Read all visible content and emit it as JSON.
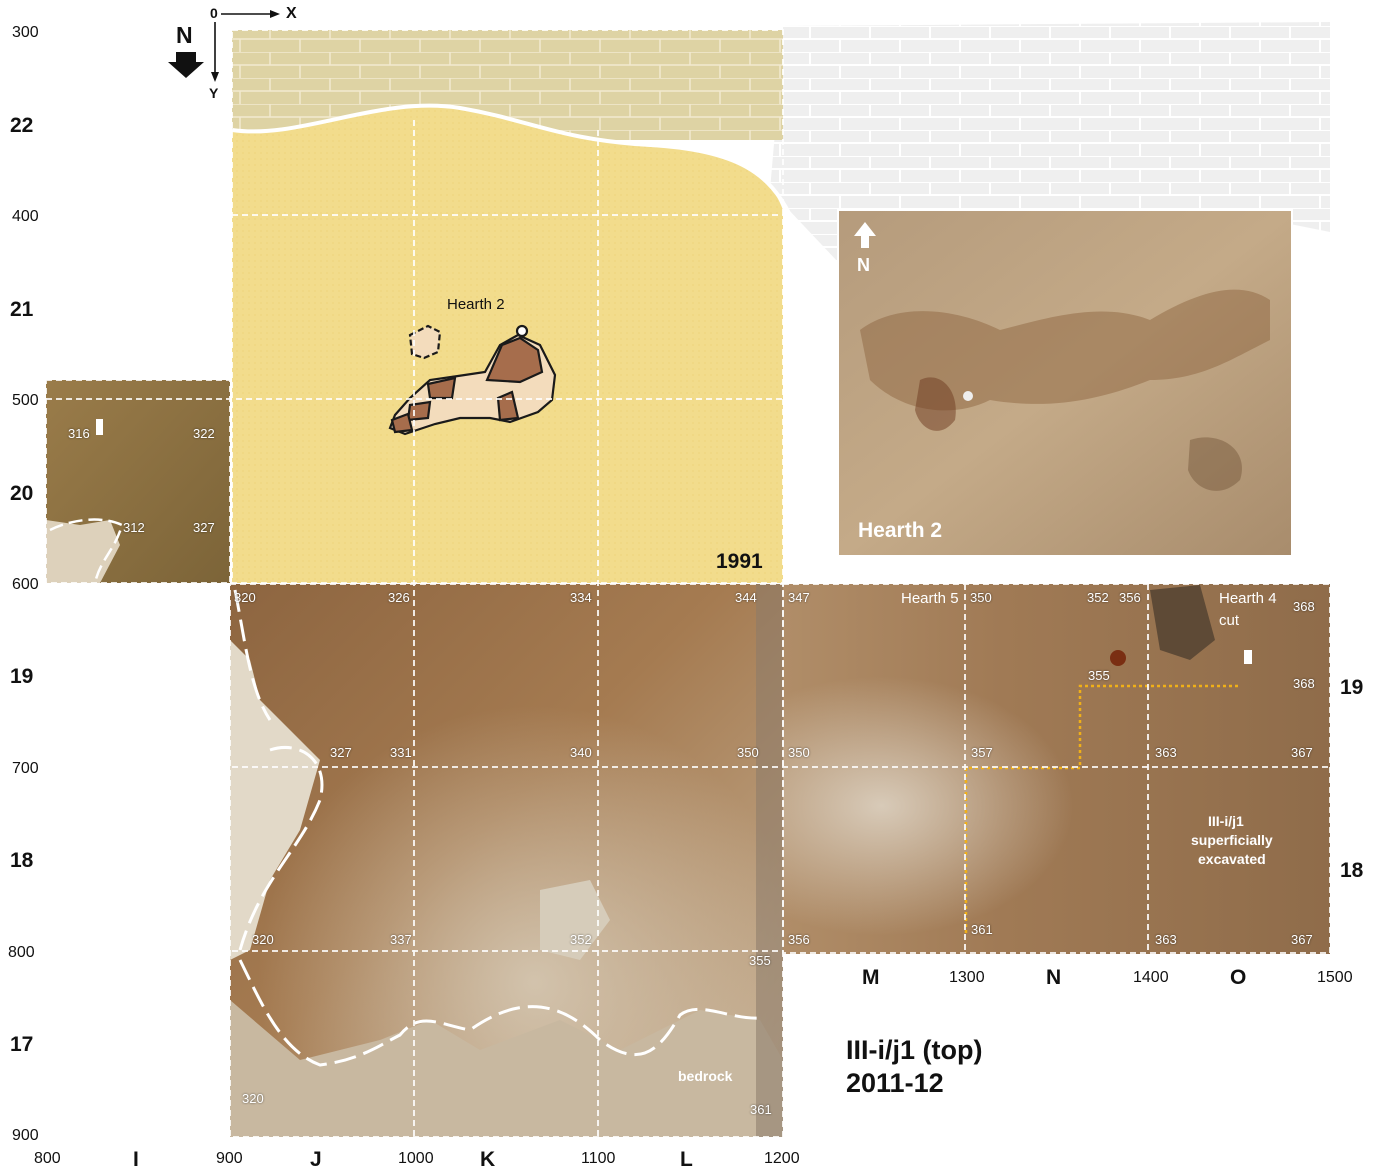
{
  "title": {
    "line1": "III-i/j1 (top)",
    "line2": "2011-12"
  },
  "compass": {
    "north": "N",
    "origin": "0",
    "x_axis": "X",
    "y_axis": "Y"
  },
  "y_axis": {
    "values": [
      "300",
      "400",
      "500",
      "600",
      "700",
      "800",
      "900"
    ],
    "rows": [
      "22",
      "21",
      "20",
      "19",
      "18",
      "17"
    ],
    "rows_right": [
      "19",
      "18"
    ]
  },
  "x_axis": {
    "values": [
      "800",
      "900",
      "1000",
      "1100",
      "1200",
      "1300",
      "1400",
      "1500"
    ],
    "columns": [
      "I",
      "J",
      "K",
      "L",
      "M",
      "N",
      "O"
    ]
  },
  "sketch": {
    "label": "Hearth 2",
    "year": "1991",
    "fill_color": "#f2dc8c",
    "ash_color": "#f3dcbc",
    "charcoal_color": "#a66d4c"
  },
  "photo_hearth2": {
    "label": "Hearth 2",
    "north": "N"
  },
  "photo_left": {
    "elevations": [
      "316",
      "322",
      "312",
      "327"
    ]
  },
  "photo_main": {
    "elevations": [
      "320",
      "326",
      "334",
      "344",
      "327",
      "331",
      "340",
      "350",
      "320",
      "337",
      "352",
      "355",
      "320",
      "361"
    ],
    "bedrock_label": "bedrock"
  },
  "photo_right": {
    "elevations": [
      "347",
      "350",
      "352",
      "356",
      "368",
      "355",
      "368",
      "350",
      "357",
      "363",
      "367",
      "356",
      "361",
      "363",
      "367"
    ],
    "hearth5_label": "Hearth 5",
    "hearth4_line1": "Hearth 4",
    "hearth4_line2": "cut",
    "note_line1": "III-i/j1",
    "note_line2": "superficially",
    "note_line3": "excavated"
  }
}
